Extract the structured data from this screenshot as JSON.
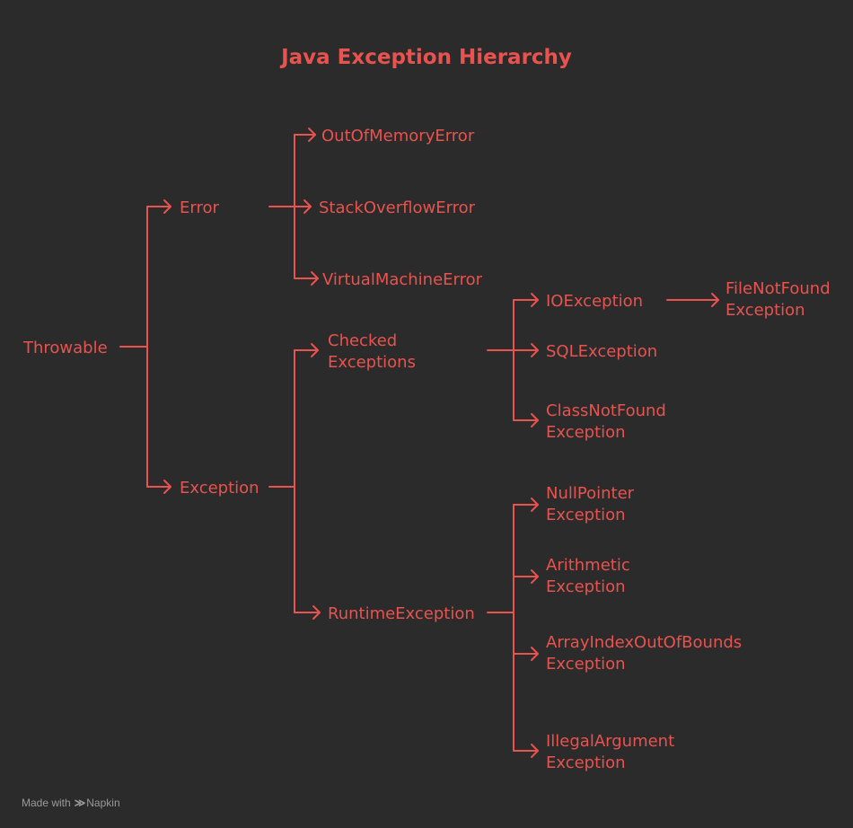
{
  "diagram": {
    "title": "Java Exception Hierarchy",
    "nodes": {
      "throwable": {
        "lines": [
          "Throwable"
        ]
      },
      "error": {
        "lines": [
          "Error"
        ]
      },
      "exception": {
        "lines": [
          "Exception"
        ]
      },
      "out_of_memory_error": {
        "lines": [
          "OutOfMemoryError"
        ]
      },
      "stack_overflow_error": {
        "lines": [
          "StackOverflowError"
        ]
      },
      "virtual_machine_error": {
        "lines": [
          "VirtualMachineError"
        ]
      },
      "checked_exceptions": {
        "lines": [
          "Checked",
          "Exceptions"
        ]
      },
      "runtime_exception": {
        "lines": [
          "RuntimeException"
        ]
      },
      "io_exception": {
        "lines": [
          "IOException"
        ]
      },
      "sql_exception": {
        "lines": [
          "SQLException"
        ]
      },
      "class_not_found_exception": {
        "lines": [
          "ClassNotFound",
          "Exception"
        ]
      },
      "file_not_found_exception": {
        "lines": [
          "FileNotFound",
          "Exception"
        ]
      },
      "null_pointer_exception": {
        "lines": [
          "NullPointer",
          "Exception"
        ]
      },
      "arithmetic_exception": {
        "lines": [
          "Arithmetic",
          "Exception"
        ]
      },
      "array_index_out_of_bounds_exception": {
        "lines": [
          "ArrayIndexOutOfBounds",
          "Exception"
        ]
      },
      "illegal_argument_exception": {
        "lines": [
          "IllegalArgument",
          "Exception"
        ]
      }
    },
    "edges": [
      [
        "throwable",
        "error"
      ],
      [
        "throwable",
        "exception"
      ],
      [
        "error",
        "out_of_memory_error"
      ],
      [
        "error",
        "stack_overflow_error"
      ],
      [
        "error",
        "virtual_machine_error"
      ],
      [
        "exception",
        "checked_exceptions"
      ],
      [
        "exception",
        "runtime_exception"
      ],
      [
        "checked_exceptions",
        "io_exception"
      ],
      [
        "checked_exceptions",
        "sql_exception"
      ],
      [
        "checked_exceptions",
        "class_not_found_exception"
      ],
      [
        "io_exception",
        "file_not_found_exception"
      ],
      [
        "runtime_exception",
        "null_pointer_exception"
      ],
      [
        "runtime_exception",
        "arithmetic_exception"
      ],
      [
        "runtime_exception",
        "array_index_out_of_bounds_exception"
      ],
      [
        "runtime_exception",
        "illegal_argument_exception"
      ]
    ],
    "colors": {
      "accent": "#e8534f",
      "background": "#2b2b2b",
      "footer_text": "#9a9a9a"
    }
  },
  "footer": {
    "made_with": "Made with",
    "brand": "Napkin",
    "logo_icon": "napkin-logo-icon"
  }
}
